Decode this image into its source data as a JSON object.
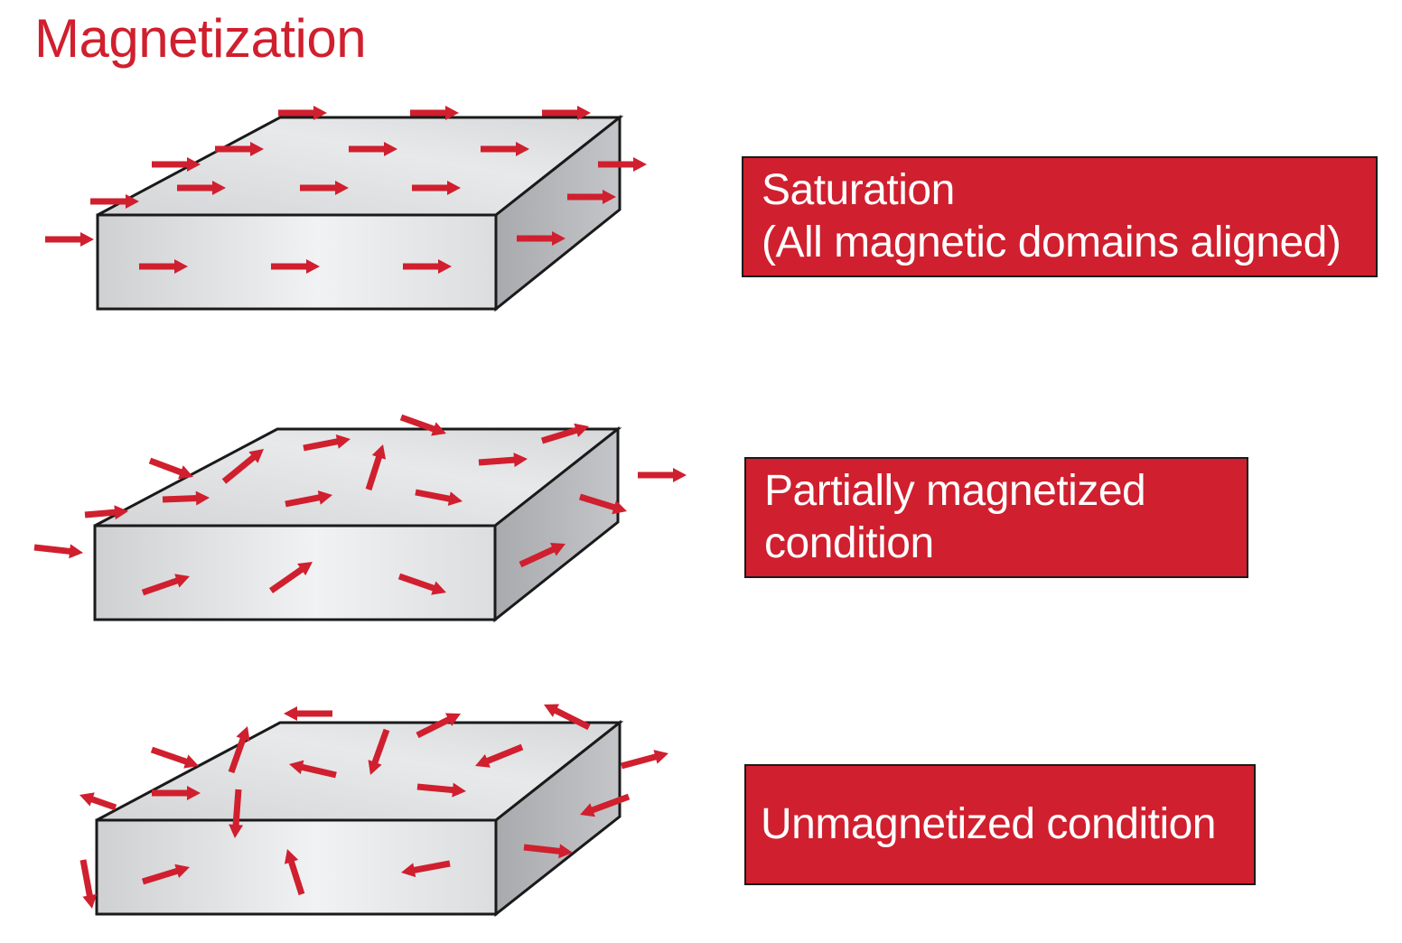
{
  "title": "Magnetization",
  "colors": {
    "accent": "#d01f2e",
    "block_front": "#e6e7e9",
    "block_top": "#d9dadc",
    "block_side": "#b8b9bc",
    "outline": "#1a1a1a"
  },
  "blocks": [
    {
      "name": "saturation",
      "label_lines": [
        "Saturation",
        "(All magnetic domains aligned)"
      ],
      "domain_state": "all arrows aligned in one direction"
    },
    {
      "name": "partially-magnetized",
      "label_lines": [
        "Partially magnetized",
        "condition"
      ],
      "domain_state": "arrows mostly aligned with some deviation"
    },
    {
      "name": "unmagnetized",
      "label_lines": [
        "Unmagnetized condition"
      ],
      "domain_state": "arrows randomly oriented"
    }
  ],
  "icons": {
    "domain_arrow": "arrow-icon"
  }
}
